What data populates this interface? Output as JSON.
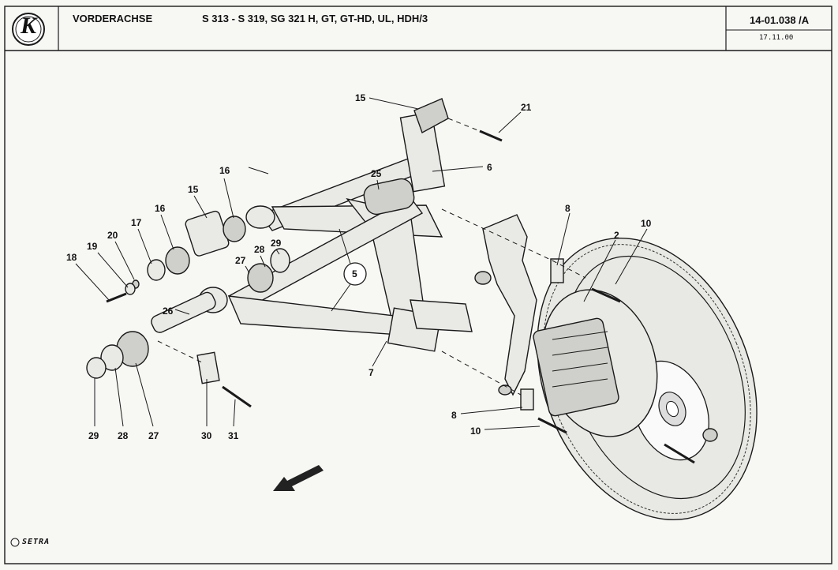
{
  "header": {
    "logo_letter": "K",
    "section_title": "VORDERACHSE",
    "models": "S 313 - S 319, SG 321 H, GT, GT-HD, UL, HDH/3",
    "doc_number": "14-01.038 /A",
    "date": "17.11.00"
  },
  "footer": {
    "brand_mark": "SETRA"
  },
  "callouts": {
    "c15a": "15",
    "c21": "21",
    "c6": "6",
    "c25": "25",
    "c16a": "16",
    "c15b": "15",
    "c16b": "16",
    "c17": "17",
    "c20": "20",
    "c19": "19",
    "c18": "18",
    "c29a": "29",
    "c28a": "28",
    "c27a": "27",
    "c5": "5",
    "c26": "26",
    "c7": "7",
    "c8a": "8",
    "c2": "2",
    "c10a": "10",
    "c8b": "8",
    "c10b": "10",
    "c29b": "29",
    "c28b": "28",
    "c27b": "27",
    "c30": "30",
    "c31": "31"
  },
  "icons": {
    "direction": "arrow-direction-icon",
    "logo": "kaessbohrer-k-logo"
  }
}
